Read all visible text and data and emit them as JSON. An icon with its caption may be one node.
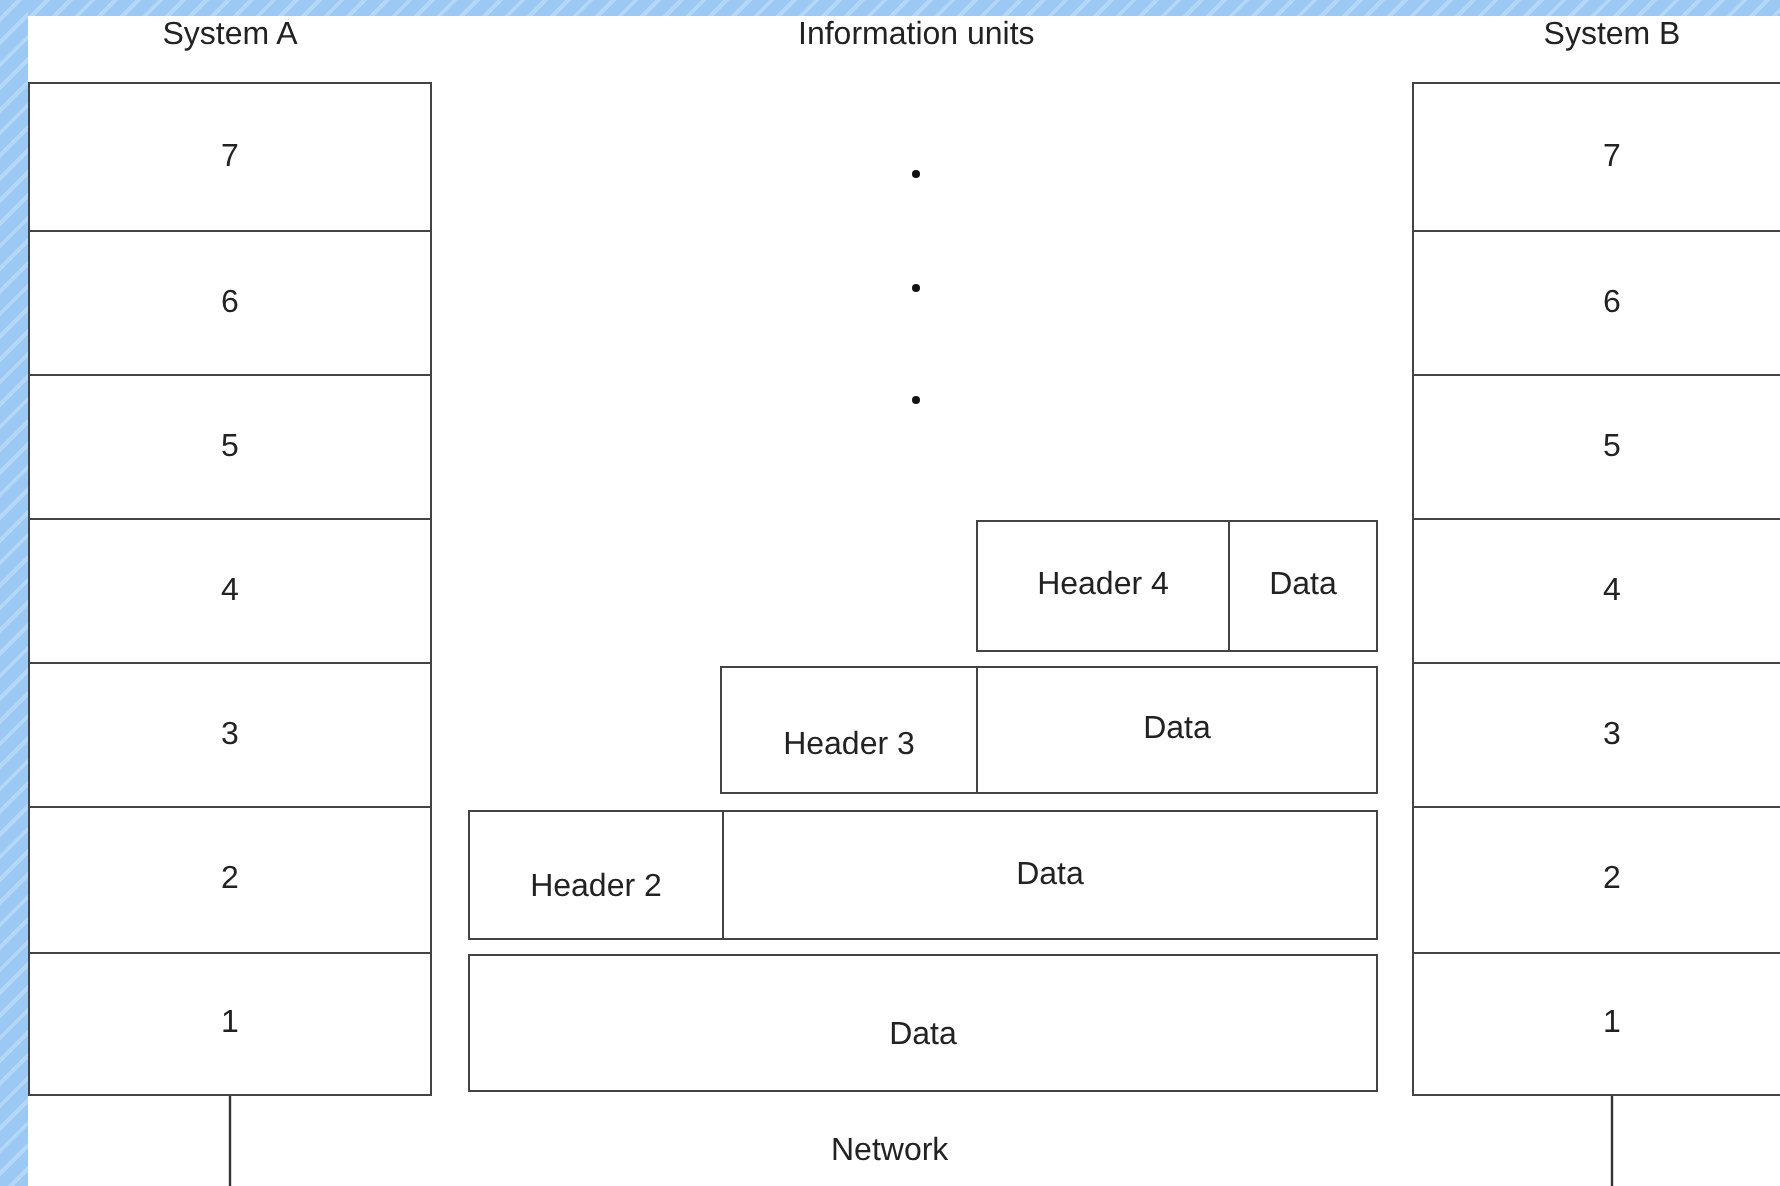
{
  "diagram": {
    "nodes": [
      {
        "text": [
          "System A"
        ]
      },
      {
        "text": [
          "7"
        ],
        "in": 0
      },
      {
        "text": [
          "6"
        ],
        "in": 0
      },
      {
        "text": [
          "5"
        ],
        "in": 0
      },
      {
        "text": [
          "4"
        ],
        "in": 0
      },
      {
        "text": [
          "3"
        ],
        "in": 0
      },
      {
        "text": [
          "2"
        ],
        "in": 0
      },
      {
        "text": [
          "1"
        ],
        "in": 0
      },
      {
        "text": [
          "System B"
        ]
      },
      {
        "text": [
          "7"
        ],
        "in": 8
      },
      {
        "text": [
          "6"
        ],
        "in": 8
      },
      {
        "text": [
          "5"
        ],
        "in": 8
      },
      {
        "text": [
          "4"
        ],
        "in": 8
      },
      {
        "text": [
          "3"
        ],
        "in": 8
      },
      {
        "text": [
          "2"
        ],
        "in": 8
      },
      {
        "text": [
          "1"
        ],
        "in": 8
      },
      {
        "text": [
          "Header 4"
        ]
      },
      {
        "text": [
          "Data"
        ]
      },
      {
        "text": [
          "Header 3"
        ]
      },
      {
        "text": [
          "Data"
        ]
      },
      {
        "text": [
          "Header 2"
        ]
      },
      {
        "text": [
          "Data"
        ]
      },
      {
        "text": [
          "Data"
        ]
      }
    ],
    "edges": [
      {
        "from": 7,
        "to": null,
        "arrow": "none"
      },
      {
        "from": 15,
        "to": null,
        "arrow": "none"
      }
    ],
    "labels": [
      "Information units",
      "Network"
    ]
  }
}
